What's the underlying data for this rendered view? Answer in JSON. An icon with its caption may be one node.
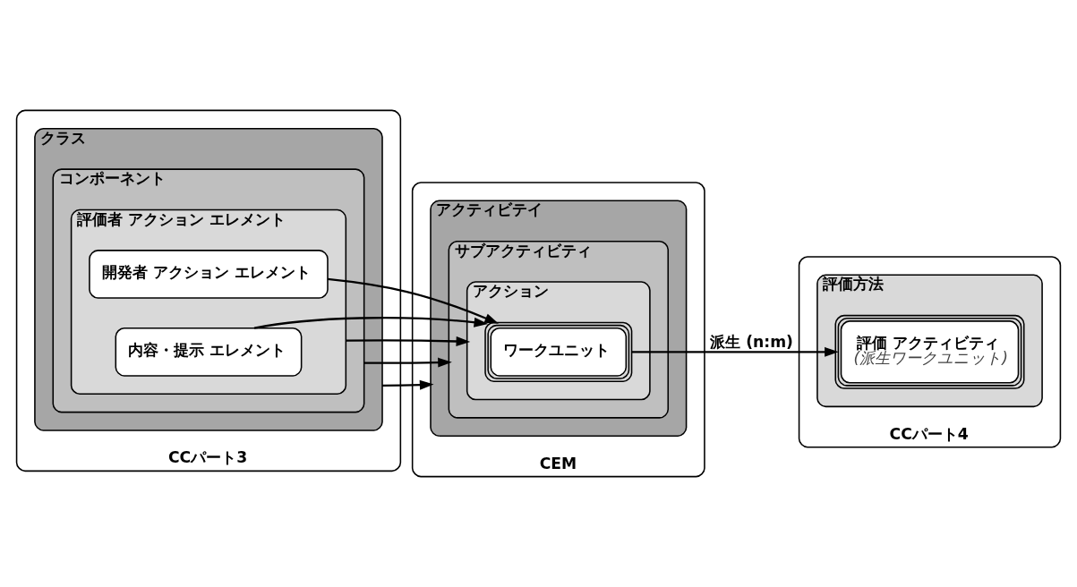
{
  "diagram": {
    "nodes": [
      {
        "text": [
          "CCパート3"
        ]
      },
      {
        "text": [
          "クラス"
        ],
        "in": 0
      },
      {
        "text": [
          "コンポーネント"
        ],
        "in": 1
      },
      {
        "text": [
          "評価者 アクション エレメント"
        ],
        "in": 2
      },
      {
        "text": [
          "開発者 アクション エレメント"
        ],
        "in": 3
      },
      {
        "text": [
          "内容・提示 エレメント"
        ],
        "in": 3
      },
      {
        "text": [
          "CEM"
        ]
      },
      {
        "text": [
          "アクティビテイ"
        ],
        "in": 6
      },
      {
        "text": [
          "サブアクティビティ"
        ],
        "in": 7
      },
      {
        "text": [
          "アクション"
        ],
        "in": 8
      },
      {
        "text": [
          "ワークユニット"
        ],
        "in": 9
      },
      {
        "text": [
          "CCパート4"
        ]
      },
      {
        "text": [
          "評価方法"
        ],
        "in": 11
      },
      {
        "text": [
          "評価 アクティビティ",
          "(派生ワークユニット)"
        ],
        "in": 12
      }
    ],
    "edges": [
      {
        "from": 1,
        "to": 7,
        "arrow": "to"
      },
      {
        "from": 2,
        "to": 8,
        "arrow": "to"
      },
      {
        "from": 3,
        "to": 9,
        "arrow": "to"
      },
      {
        "from": 4,
        "to": 10,
        "arrow": "to"
      },
      {
        "from": 5,
        "to": 10,
        "arrow": "to"
      },
      {
        "from": 10,
        "to": 13,
        "arrow": "to",
        "label": "派生 (n:m)"
      }
    ]
  }
}
